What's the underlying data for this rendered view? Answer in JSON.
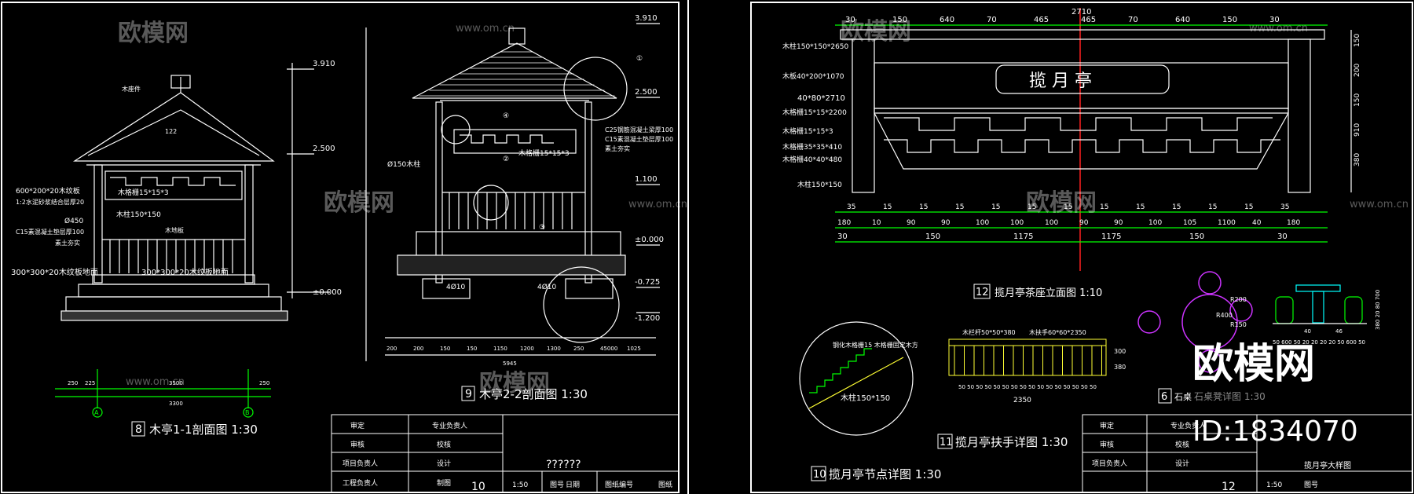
{
  "watermark": {
    "logo": "欧模网",
    "url": "www.om.cn",
    "big_logo": "欧模网",
    "id": "ID:1834070"
  },
  "left_sheet": {
    "elev_1": {
      "title": "木亭1-1剖面图 1:30",
      "num": "8",
      "grid_a": "A",
      "grid_b": "B",
      "dim_total": "3300",
      "dim_mid": "3500",
      "dim_left_1": "250",
      "dim_left_2": "225",
      "dim_right": "250",
      "lvl_3910": "3.910",
      "lvl_2500": "2.500",
      "lvl_0000": "±0.000",
      "lbl_top": "木座件",
      "lbl_122": "122",
      "lbl_a": "600*200*20木纹板",
      "lbl_b": "1:2水泥砂浆结合层厚20",
      "lbl_c": "Ø450",
      "lbl_d": "C15素混凝土垫层厚100",
      "lbl_e": "素土夯实",
      "lbl_lattice": "木格栅15*15*3",
      "lbl_post": "木柱150*150",
      "lbl_floor": "木地板",
      "lbl_bottom_a": "300*300*20木纹板地面",
      "lbl_bottom_b": "300*300*20木纹板地面"
    },
    "elev_2": {
      "title": "木亭2-2剖面图 1:30",
      "num": "9",
      "lvl_3910": "3.910",
      "lvl_2500": "2.500",
      "lvl_1100": "1.100",
      "lvl_0000": "±0.000",
      "lvl_m0725": "-0.725",
      "lvl_m1200": "-1.200",
      "lbl_c25": "C25钢筋混凝土梁厚100",
      "lbl_c15": "C15素混凝土垫层厚100",
      "lbl_soil": "素土夯实",
      "lbl_lattice": "木格栅15*15*3",
      "lbl_post": "Ø150木柱",
      "lbl_rebar_a": "4Ø10",
      "lbl_rebar_b": "4Ø10",
      "dim_total": "5945",
      "dims": [
        "200",
        "200",
        "150",
        "150",
        "1150",
        "1200",
        "1300",
        "250",
        "45000",
        "1025"
      ],
      "callout_a": "①",
      "callout_b": "②",
      "callout_c": "③",
      "callout_d": "④"
    },
    "title_block": {
      "col1": [
        "审定",
        "审核",
        "项目负责人",
        "工程负责人"
      ],
      "col2": [
        "专业负责人",
        "校核",
        "设计",
        "制图"
      ],
      "title": "??????",
      "sheet_no": "10",
      "scale": "1:50",
      "label_a": "图号",
      "label_b": "日期",
      "label_c": "图纸编号",
      "label_d": "图纸"
    }
  },
  "right_sheet": {
    "elev_12": {
      "title": "揽月亭茶座立面图 1:10",
      "num": "12",
      "sign_text": "揽 月 亭",
      "dim_top_total": "2710",
      "dim_top": [
        "30",
        "150",
        "640",
        "70",
        "465",
        "465",
        "70",
        "640",
        "150",
        "30"
      ],
      "dim_right": [
        "150",
        "200",
        "150",
        "910",
        "380"
      ],
      "lbl_a": "木柱150*150*2650",
      "lbl_b": "木板40*200*1070",
      "lbl_c": "40*80*2710",
      "lbl_d": "木格栅15*15*2200",
      "lbl_e": "木格栅15*15*3",
      "lbl_f": "木格栅35*35*410",
      "lbl_g": "木格栅40*40*480",
      "lbl_h": "木柱150*150",
      "dim_row1": [
        "35",
        "15",
        "15",
        "15",
        "15",
        "15",
        "15",
        "15",
        "15",
        "15",
        "15",
        "15",
        "35"
      ],
      "dim_row2": [
        "180",
        "10",
        "90",
        "90",
        "100",
        "100",
        "100",
        "90",
        "90",
        "100",
        "105",
        "1100",
        "40",
        "180"
      ],
      "dim_row3": [
        "30",
        "150",
        "1175",
        "1175",
        "150",
        "30"
      ]
    },
    "detail_10": {
      "title": "揽月亭节点详图 1:30",
      "num": "10",
      "lbl_a": "钢化木格栅15 木格栅固定木方",
      "lbl_b": "木柱150*150"
    },
    "detail_11": {
      "title": "揽月亭扶手详图 1:30",
      "num": "11",
      "lbl_a": "木栏杆50*50*380",
      "lbl_b": "木扶手60*60*2350",
      "dim_row": "50 50 50 50 50 50 50 50 50 50 50 50 50 50 50 50",
      "dim_total": "2350",
      "dim_r1": "300",
      "dim_r2": "380"
    },
    "detail_6": {
      "title": "石桌凳详图 1:30",
      "num": "6",
      "title_short": "石桌",
      "r400": "R400",
      "r200": "R200",
      "r150": "R150",
      "dims": "50 600 50 20 20 20 20 50 600 50",
      "h_dims": "380 20 80 700",
      "mid_a": "40",
      "mid_b": "46"
    },
    "title_block": {
      "col1": [
        "审定",
        "审核",
        "项目负责人"
      ],
      "col2": [
        "专业负责人",
        "校核",
        "设计"
      ],
      "title": "揽月亭大样图",
      "sheet_no": "12",
      "scale": "1:50",
      "label_a": "图号"
    }
  },
  "colors": {
    "bg": "#000000",
    "line": "#ffffff",
    "dim": "#00ff00",
    "axis": "#ff2020",
    "yellow": "#ffff33",
    "cyan": "#00ffff",
    "magenta": "#cc33ff"
  }
}
